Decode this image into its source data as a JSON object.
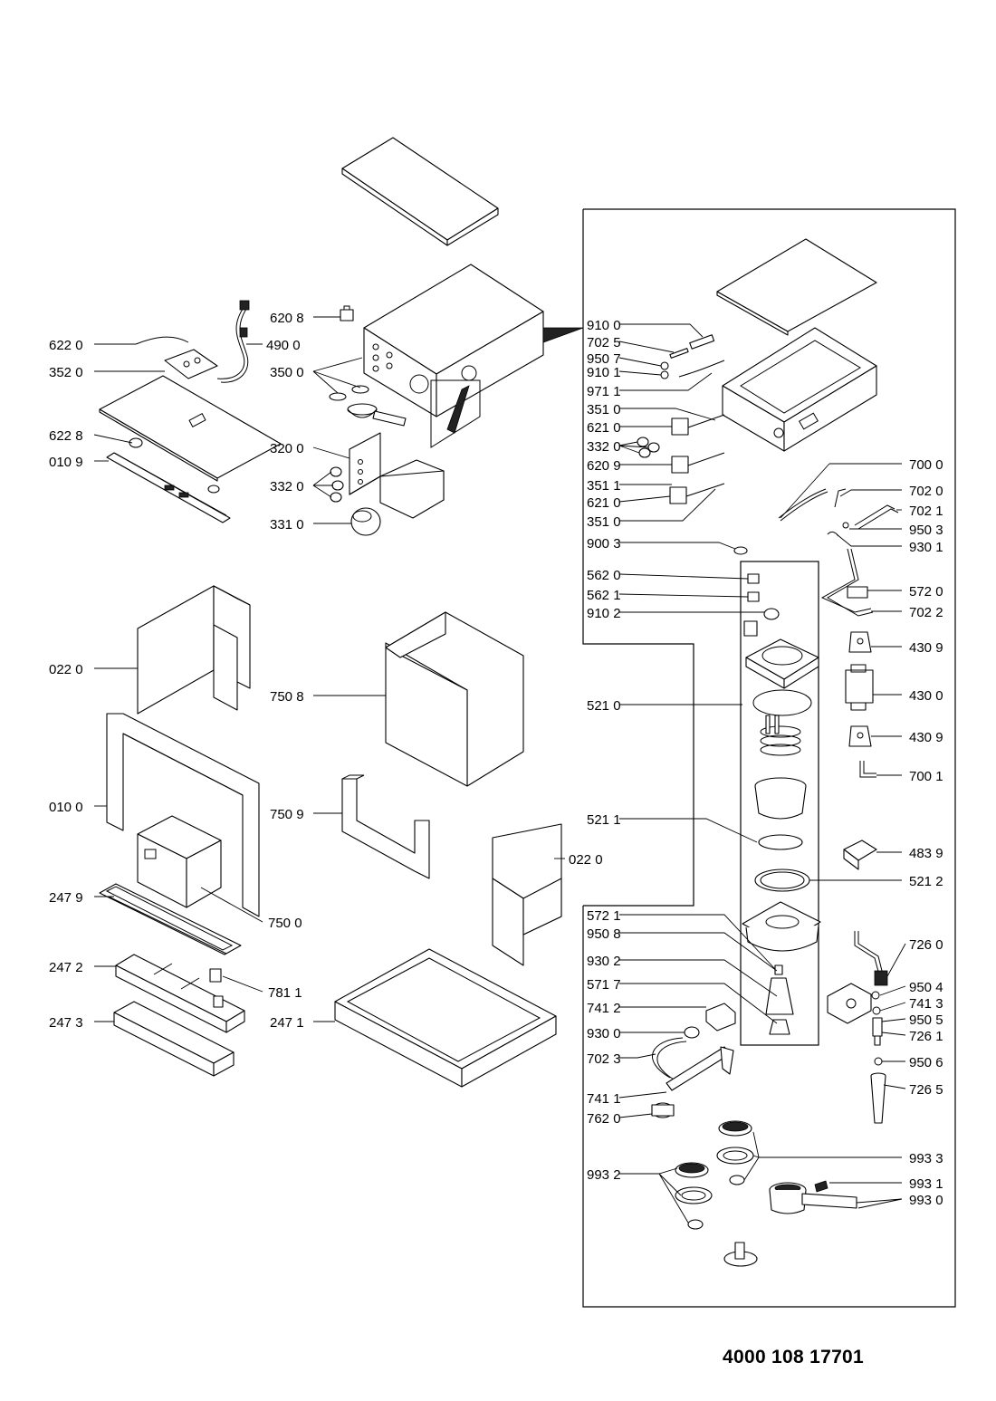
{
  "document_number": "4000 108 17701",
  "callouts": [
    {
      "id": "c-6220",
      "text": "622 0"
    },
    {
      "id": "c-3520",
      "text": "352 0"
    },
    {
      "id": "c-6208",
      "text": "620 8"
    },
    {
      "id": "c-4900",
      "text": "490 0"
    },
    {
      "id": "c-3500",
      "text": "350 0"
    },
    {
      "id": "c-6228",
      "text": "622 8"
    },
    {
      "id": "c-0109",
      "text": "010 9"
    },
    {
      "id": "c-3200",
      "text": "320 0"
    },
    {
      "id": "c-3320a",
      "text": "332 0"
    },
    {
      "id": "c-3310",
      "text": "331 0"
    },
    {
      "id": "c-0220a",
      "text": "022 0"
    },
    {
      "id": "c-7508",
      "text": "750 8"
    },
    {
      "id": "c-0100",
      "text": "010 0"
    },
    {
      "id": "c-7509",
      "text": "750 9"
    },
    {
      "id": "c-2479",
      "text": "247 9"
    },
    {
      "id": "c-7500",
      "text": "750 0"
    },
    {
      "id": "c-2472",
      "text": "247 2"
    },
    {
      "id": "c-7811",
      "text": "781 1"
    },
    {
      "id": "c-2473",
      "text": "247 3"
    },
    {
      "id": "c-2471",
      "text": "247 1"
    },
    {
      "id": "c-0220b",
      "text": "022 0"
    },
    {
      "id": "c-9100",
      "text": "910 0"
    },
    {
      "id": "c-7025",
      "text": "702 5"
    },
    {
      "id": "c-9507",
      "text": "950 7"
    },
    {
      "id": "c-9101",
      "text": "910 1"
    },
    {
      "id": "c-9711",
      "text": "971 1"
    },
    {
      "id": "c-3510a",
      "text": "351 0"
    },
    {
      "id": "c-6210a",
      "text": "621 0"
    },
    {
      "id": "c-3320b",
      "text": "332 0"
    },
    {
      "id": "c-6209",
      "text": "620 9"
    },
    {
      "id": "c-3511",
      "text": "351 1"
    },
    {
      "id": "c-6210b",
      "text": "621 0"
    },
    {
      "id": "c-3510b",
      "text": "351 0"
    },
    {
      "id": "c-9003",
      "text": "900 3"
    },
    {
      "id": "c-7000",
      "text": "700 0"
    },
    {
      "id": "c-7020",
      "text": "702 0"
    },
    {
      "id": "c-7021",
      "text": "702 1"
    },
    {
      "id": "c-9503",
      "text": "950 3"
    },
    {
      "id": "c-9301",
      "text": "930 1"
    },
    {
      "id": "c-5620",
      "text": "562 0"
    },
    {
      "id": "c-5621",
      "text": "562 1"
    },
    {
      "id": "c-9102",
      "text": "910 2"
    },
    {
      "id": "c-5720",
      "text": "572 0"
    },
    {
      "id": "c-7022",
      "text": "702 2"
    },
    {
      "id": "c-4309a",
      "text": "430 9"
    },
    {
      "id": "c-5210",
      "text": "521 0"
    },
    {
      "id": "c-4300",
      "text": "430 0"
    },
    {
      "id": "c-4309b",
      "text": "430 9"
    },
    {
      "id": "c-7001",
      "text": "700 1"
    },
    {
      "id": "c-5211",
      "text": "521 1"
    },
    {
      "id": "c-4839",
      "text": "483 9"
    },
    {
      "id": "c-5212",
      "text": "521 2"
    },
    {
      "id": "c-5721",
      "text": "572 1"
    },
    {
      "id": "c-9508",
      "text": "950 8"
    },
    {
      "id": "c-9302",
      "text": "930 2"
    },
    {
      "id": "c-5717",
      "text": "571 7"
    },
    {
      "id": "c-7412",
      "text": "741 2"
    },
    {
      "id": "c-9300",
      "text": "930 0"
    },
    {
      "id": "c-7023",
      "text": "702 3"
    },
    {
      "id": "c-7411",
      "text": "741 1"
    },
    {
      "id": "c-7620",
      "text": "762 0"
    },
    {
      "id": "c-7260",
      "text": "726 0"
    },
    {
      "id": "c-9504",
      "text": "950 4"
    },
    {
      "id": "c-7413",
      "text": "741 3"
    },
    {
      "id": "c-9505",
      "text": "950 5"
    },
    {
      "id": "c-7261",
      "text": "726 1"
    },
    {
      "id": "c-9506",
      "text": "950 6"
    },
    {
      "id": "c-7265",
      "text": "726 5"
    },
    {
      "id": "c-9933",
      "text": "993 3"
    },
    {
      "id": "c-9932",
      "text": "993 2"
    },
    {
      "id": "c-9931",
      "text": "993 1"
    },
    {
      "id": "c-9930",
      "text": "993 0"
    }
  ]
}
